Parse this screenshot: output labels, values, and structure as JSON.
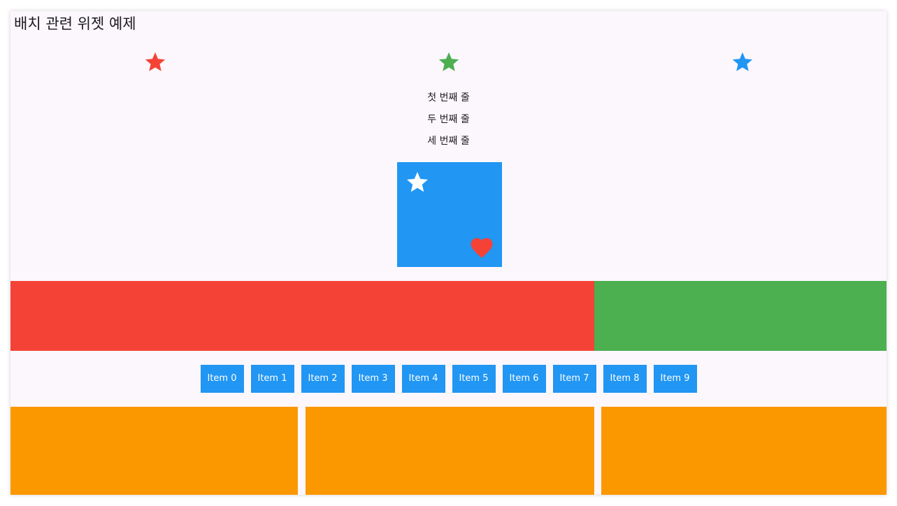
{
  "app": {
    "title": "배치 관련 위젯 예제"
  },
  "colors": {
    "background": "#fcf7fc",
    "red": "#f44336",
    "green": "#4caf50",
    "blue": "#2196f3",
    "orange": "#fb9800",
    "white": "#ffffff"
  },
  "star_row": [
    {
      "icon": "star-icon",
      "color": "#f44336"
    },
    {
      "icon": "star-icon",
      "color": "#4caf50"
    },
    {
      "icon": "star-icon",
      "color": "#2196f3"
    }
  ],
  "column_lines": [
    "첫 번째 줄",
    "두 번째 줄",
    "세 번째 줄"
  ],
  "stack_box": {
    "top_left_icon": "star-icon",
    "bottom_right_icon": "heart-icon"
  },
  "items": [
    "Item 0",
    "Item 1",
    "Item 2",
    "Item 3",
    "Item 4",
    "Item 5",
    "Item 6",
    "Item 7",
    "Item 8",
    "Item 9"
  ]
}
